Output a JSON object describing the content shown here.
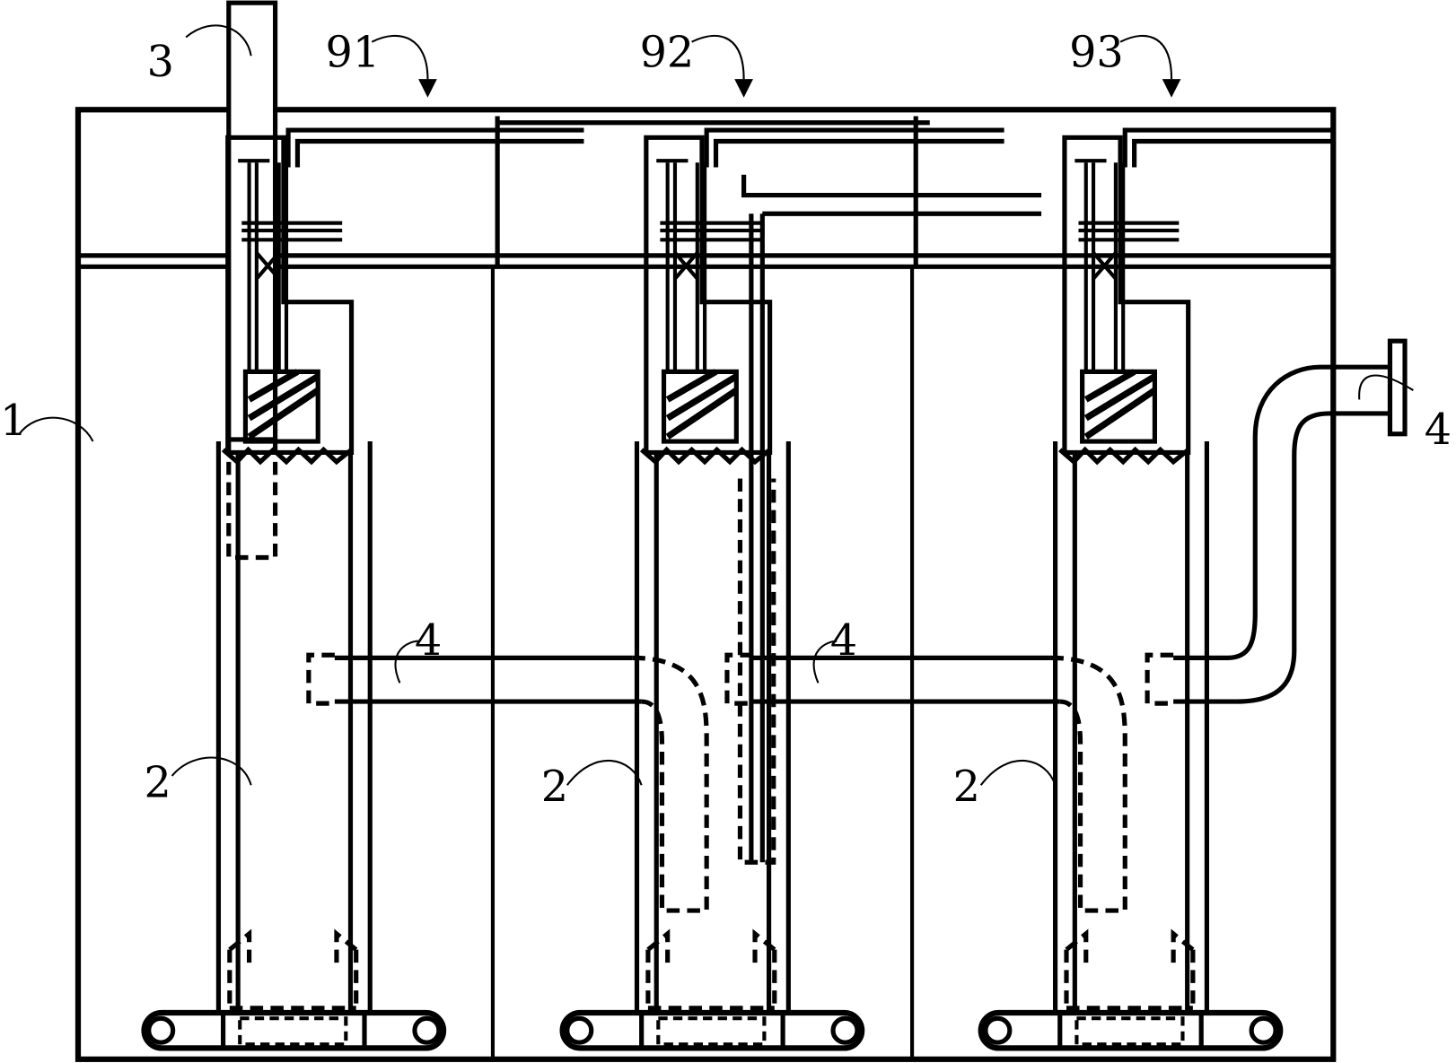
{
  "labels": {
    "tank": "1",
    "unit_left": "2",
    "unit_mid": "2",
    "unit_right": "2",
    "inlet_pipe": "3",
    "pipe_left": "4",
    "pipe_mid": "4",
    "pipe_outlet": "4",
    "electrode_91": "91",
    "electrode_92": "92",
    "electrode_93": "93"
  },
  "colors": {
    "ink": "#000000",
    "paper": "#ffffff"
  }
}
